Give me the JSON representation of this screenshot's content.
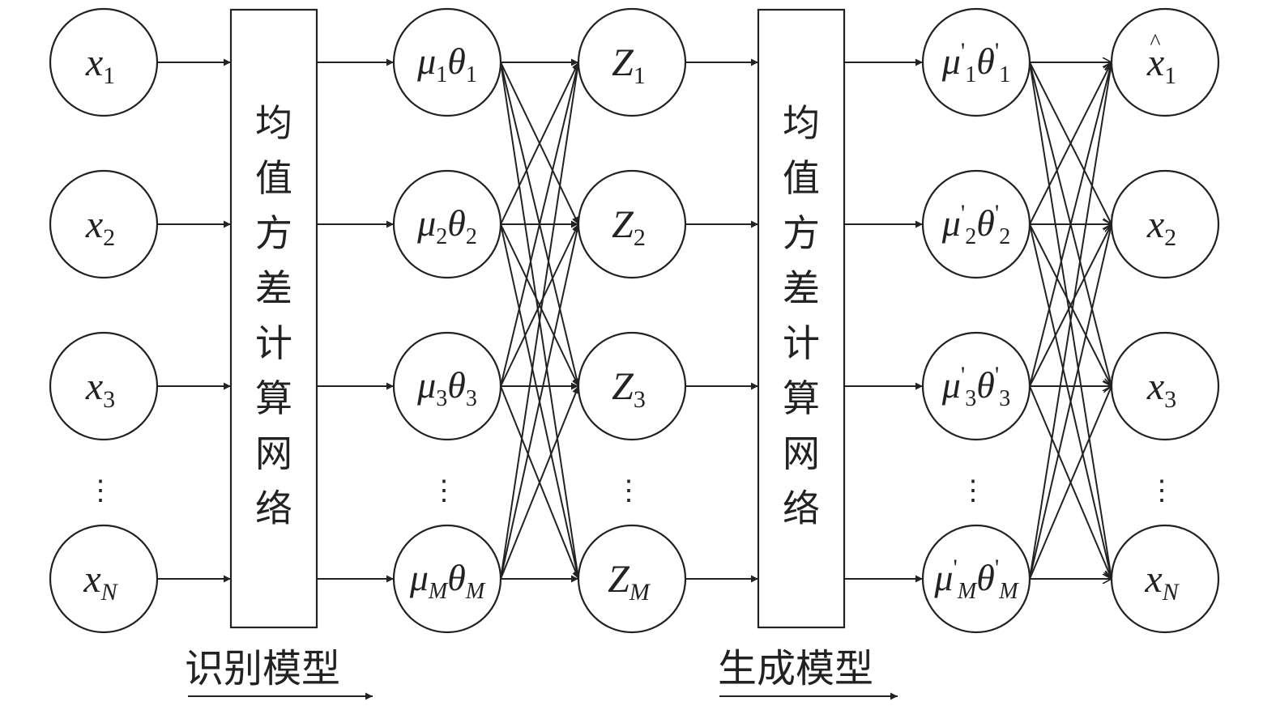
{
  "input_nodes": [
    {
      "id": "x1",
      "base": "x",
      "sub": "1"
    },
    {
      "id": "x2",
      "base": "x",
      "sub": "2"
    },
    {
      "id": "x3",
      "base": "x",
      "sub": "3"
    },
    {
      "id": "xN",
      "base": "x",
      "sub": "N"
    }
  ],
  "recognition_box": {
    "text": "均值方差计算网络"
  },
  "param_nodes": [
    {
      "id": "p1",
      "a": "μ",
      "sub_a": "1",
      "b": "θ",
      "sub_b": "1"
    },
    {
      "id": "p2",
      "a": "μ",
      "sub_a": "2",
      "b": "θ",
      "sub_b": "2"
    },
    {
      "id": "p3",
      "a": "μ",
      "sub_a": "3",
      "b": "θ",
      "sub_b": "3"
    },
    {
      "id": "pM",
      "a": "μ",
      "sub_a": "M",
      "b": "θ",
      "sub_b": "M"
    }
  ],
  "latent_nodes": [
    {
      "id": "z1",
      "base": "Z",
      "sub": "1"
    },
    {
      "id": "z2",
      "base": "Z",
      "sub": "2"
    },
    {
      "id": "z3",
      "base": "Z",
      "sub": "3"
    },
    {
      "id": "zM",
      "base": "Z",
      "sub": "M"
    }
  ],
  "generation_box": {
    "text": "均值方差计算网络"
  },
  "param2_nodes": [
    {
      "id": "q1",
      "a": "μ",
      "sub_a": "1",
      "b": "θ",
      "sub_b": "1",
      "prime": "'"
    },
    {
      "id": "q2",
      "a": "μ",
      "sub_a": "2",
      "b": "θ",
      "sub_b": "2",
      "prime": "'"
    },
    {
      "id": "q3",
      "a": "μ",
      "sub_a": "3",
      "b": "θ",
      "sub_b": "3",
      "prime": "'"
    },
    {
      "id": "qM",
      "a": "μ",
      "sub_a": "M",
      "b": "θ",
      "sub_b": "M",
      "prime": "'"
    }
  ],
  "output_nodes": [
    {
      "id": "o1",
      "base": "x",
      "sub": "1",
      "hat": "^"
    },
    {
      "id": "o2",
      "base": "x",
      "sub": "2"
    },
    {
      "id": "o3",
      "base": "x",
      "sub": "3"
    },
    {
      "id": "oN",
      "base": "x",
      "sub": "N"
    }
  ],
  "ellipsis": "⋮",
  "captions": {
    "recognition": "识别模型",
    "generation": "生成模型"
  }
}
